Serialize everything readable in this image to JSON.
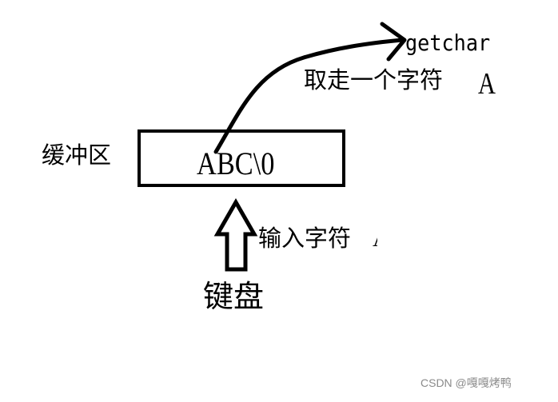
{
  "diagram": {
    "buffer_label": "缓冲区",
    "buffer_content": "ABC\\0",
    "function_name": "getchar",
    "take_text": "取走一个字符",
    "taken_char": "A",
    "input_text": "输入字符",
    "input_trailing": "A",
    "keyboard_label": "键盘"
  },
  "watermark": "CSDN @嘎嘎烤鸭",
  "colors": {
    "stroke": "#000000",
    "background": "#ffffff",
    "watermark": "#8a8a8a"
  }
}
